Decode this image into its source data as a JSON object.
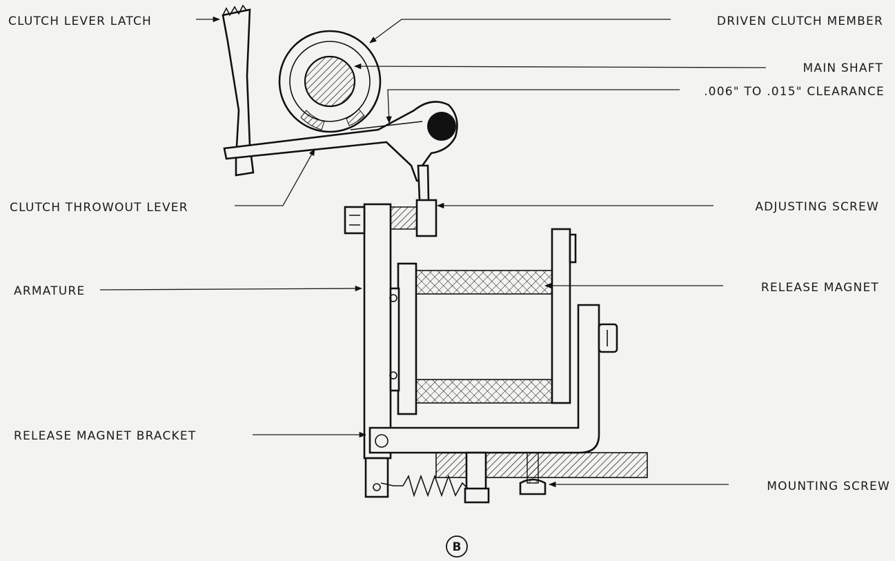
{
  "labels": {
    "clutch_lever_latch": "CLUTCH LEVER LATCH",
    "driven_clutch_member": "DRIVEN CLUTCH MEMBER",
    "main_shaft": "MAIN SHAFT",
    "clearance": ".006\" TO .015\" CLEARANCE",
    "clutch_throwout_lever": "CLUTCH THROWOUT LEVER",
    "adjusting_screw": "ADJUSTING SCREW",
    "armature": "ARMATURE",
    "release_magnet": "RELEASE MAGNET",
    "release_magnet_bracket": "RELEASE MAGNET BRACKET",
    "mounting_screw": "MOUNTING SCREW"
  },
  "figure_letter": "B",
  "colors": {
    "ink": "#111111",
    "paper": "#f3f3f1"
  }
}
